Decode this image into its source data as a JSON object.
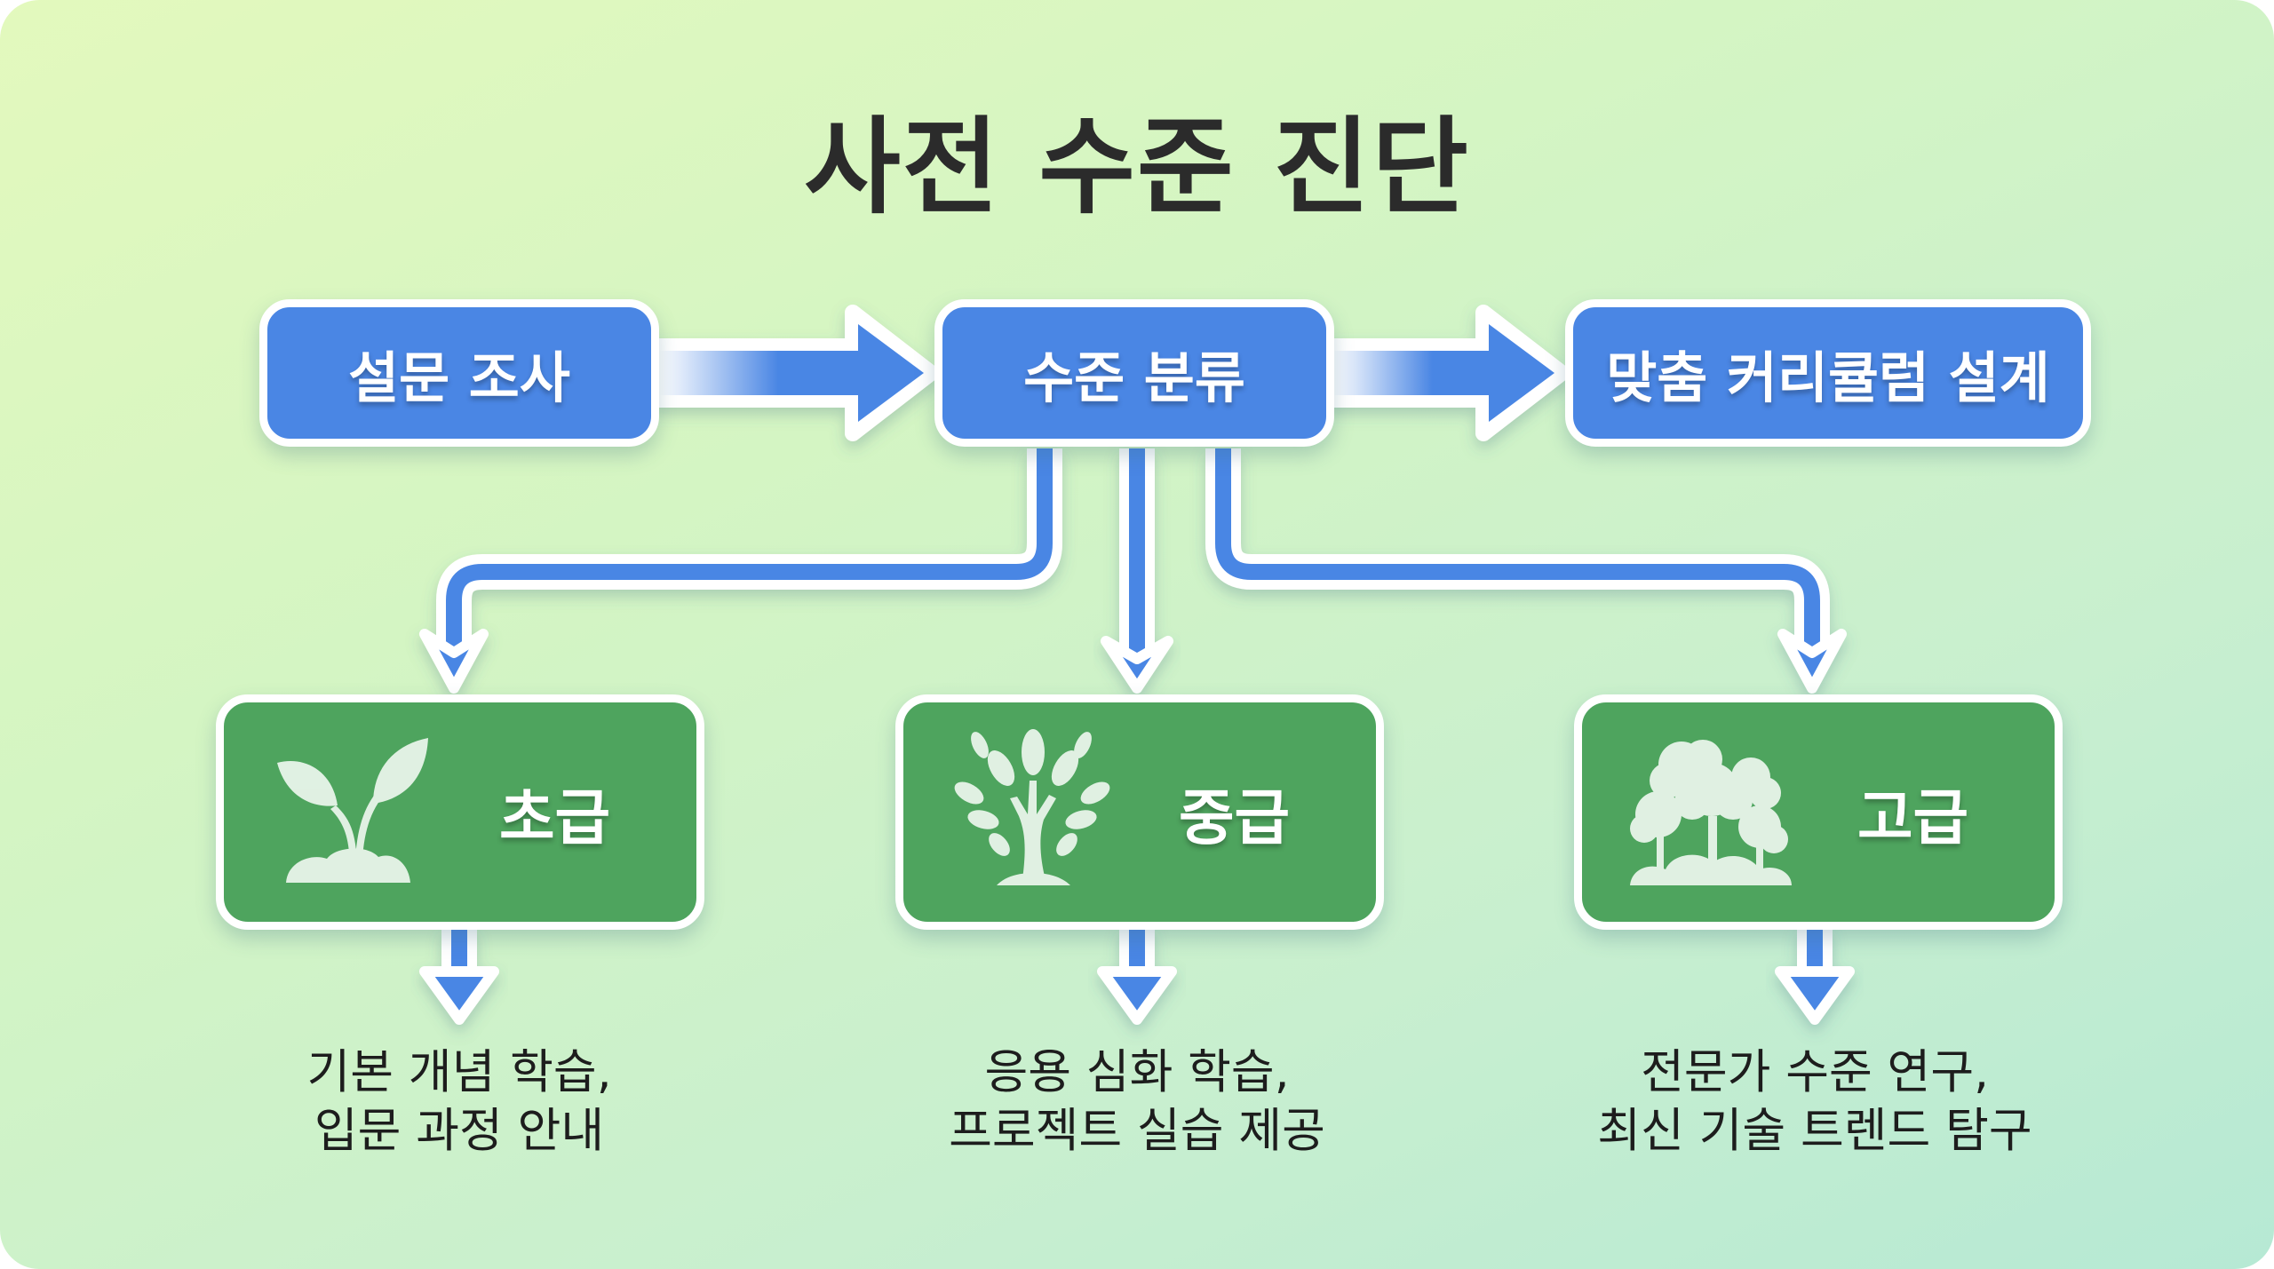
{
  "title": "사전 수준 진단",
  "flow": {
    "steps": [
      {
        "label": "설문 조사"
      },
      {
        "label": "수준 분류"
      },
      {
        "label": "맞춤 커리큘럼 설계"
      }
    ]
  },
  "levels": [
    {
      "label": "초급",
      "icon": "sprout-icon",
      "description_lines": [
        "기본 개념 학습,",
        "입문 과정 안내"
      ]
    },
    {
      "label": "중급",
      "icon": "tree-icon",
      "description_lines": [
        "응용 심화 학습,",
        "프로젝트 실습 제공"
      ]
    },
    {
      "label": "고급",
      "icon": "forest-icon",
      "description_lines": [
        "전문가 수준 연구,",
        "최신 기술 트렌드 탐구"
      ]
    }
  ],
  "colors": {
    "step_box": "#4a86e4",
    "level_box": "#4ea45e",
    "arrow": "#4a86e4",
    "outline": "#ffffff",
    "title_text": "#2b2b2b",
    "background_start": "#e3f9bd",
    "background_end": "#b6e9d4"
  }
}
